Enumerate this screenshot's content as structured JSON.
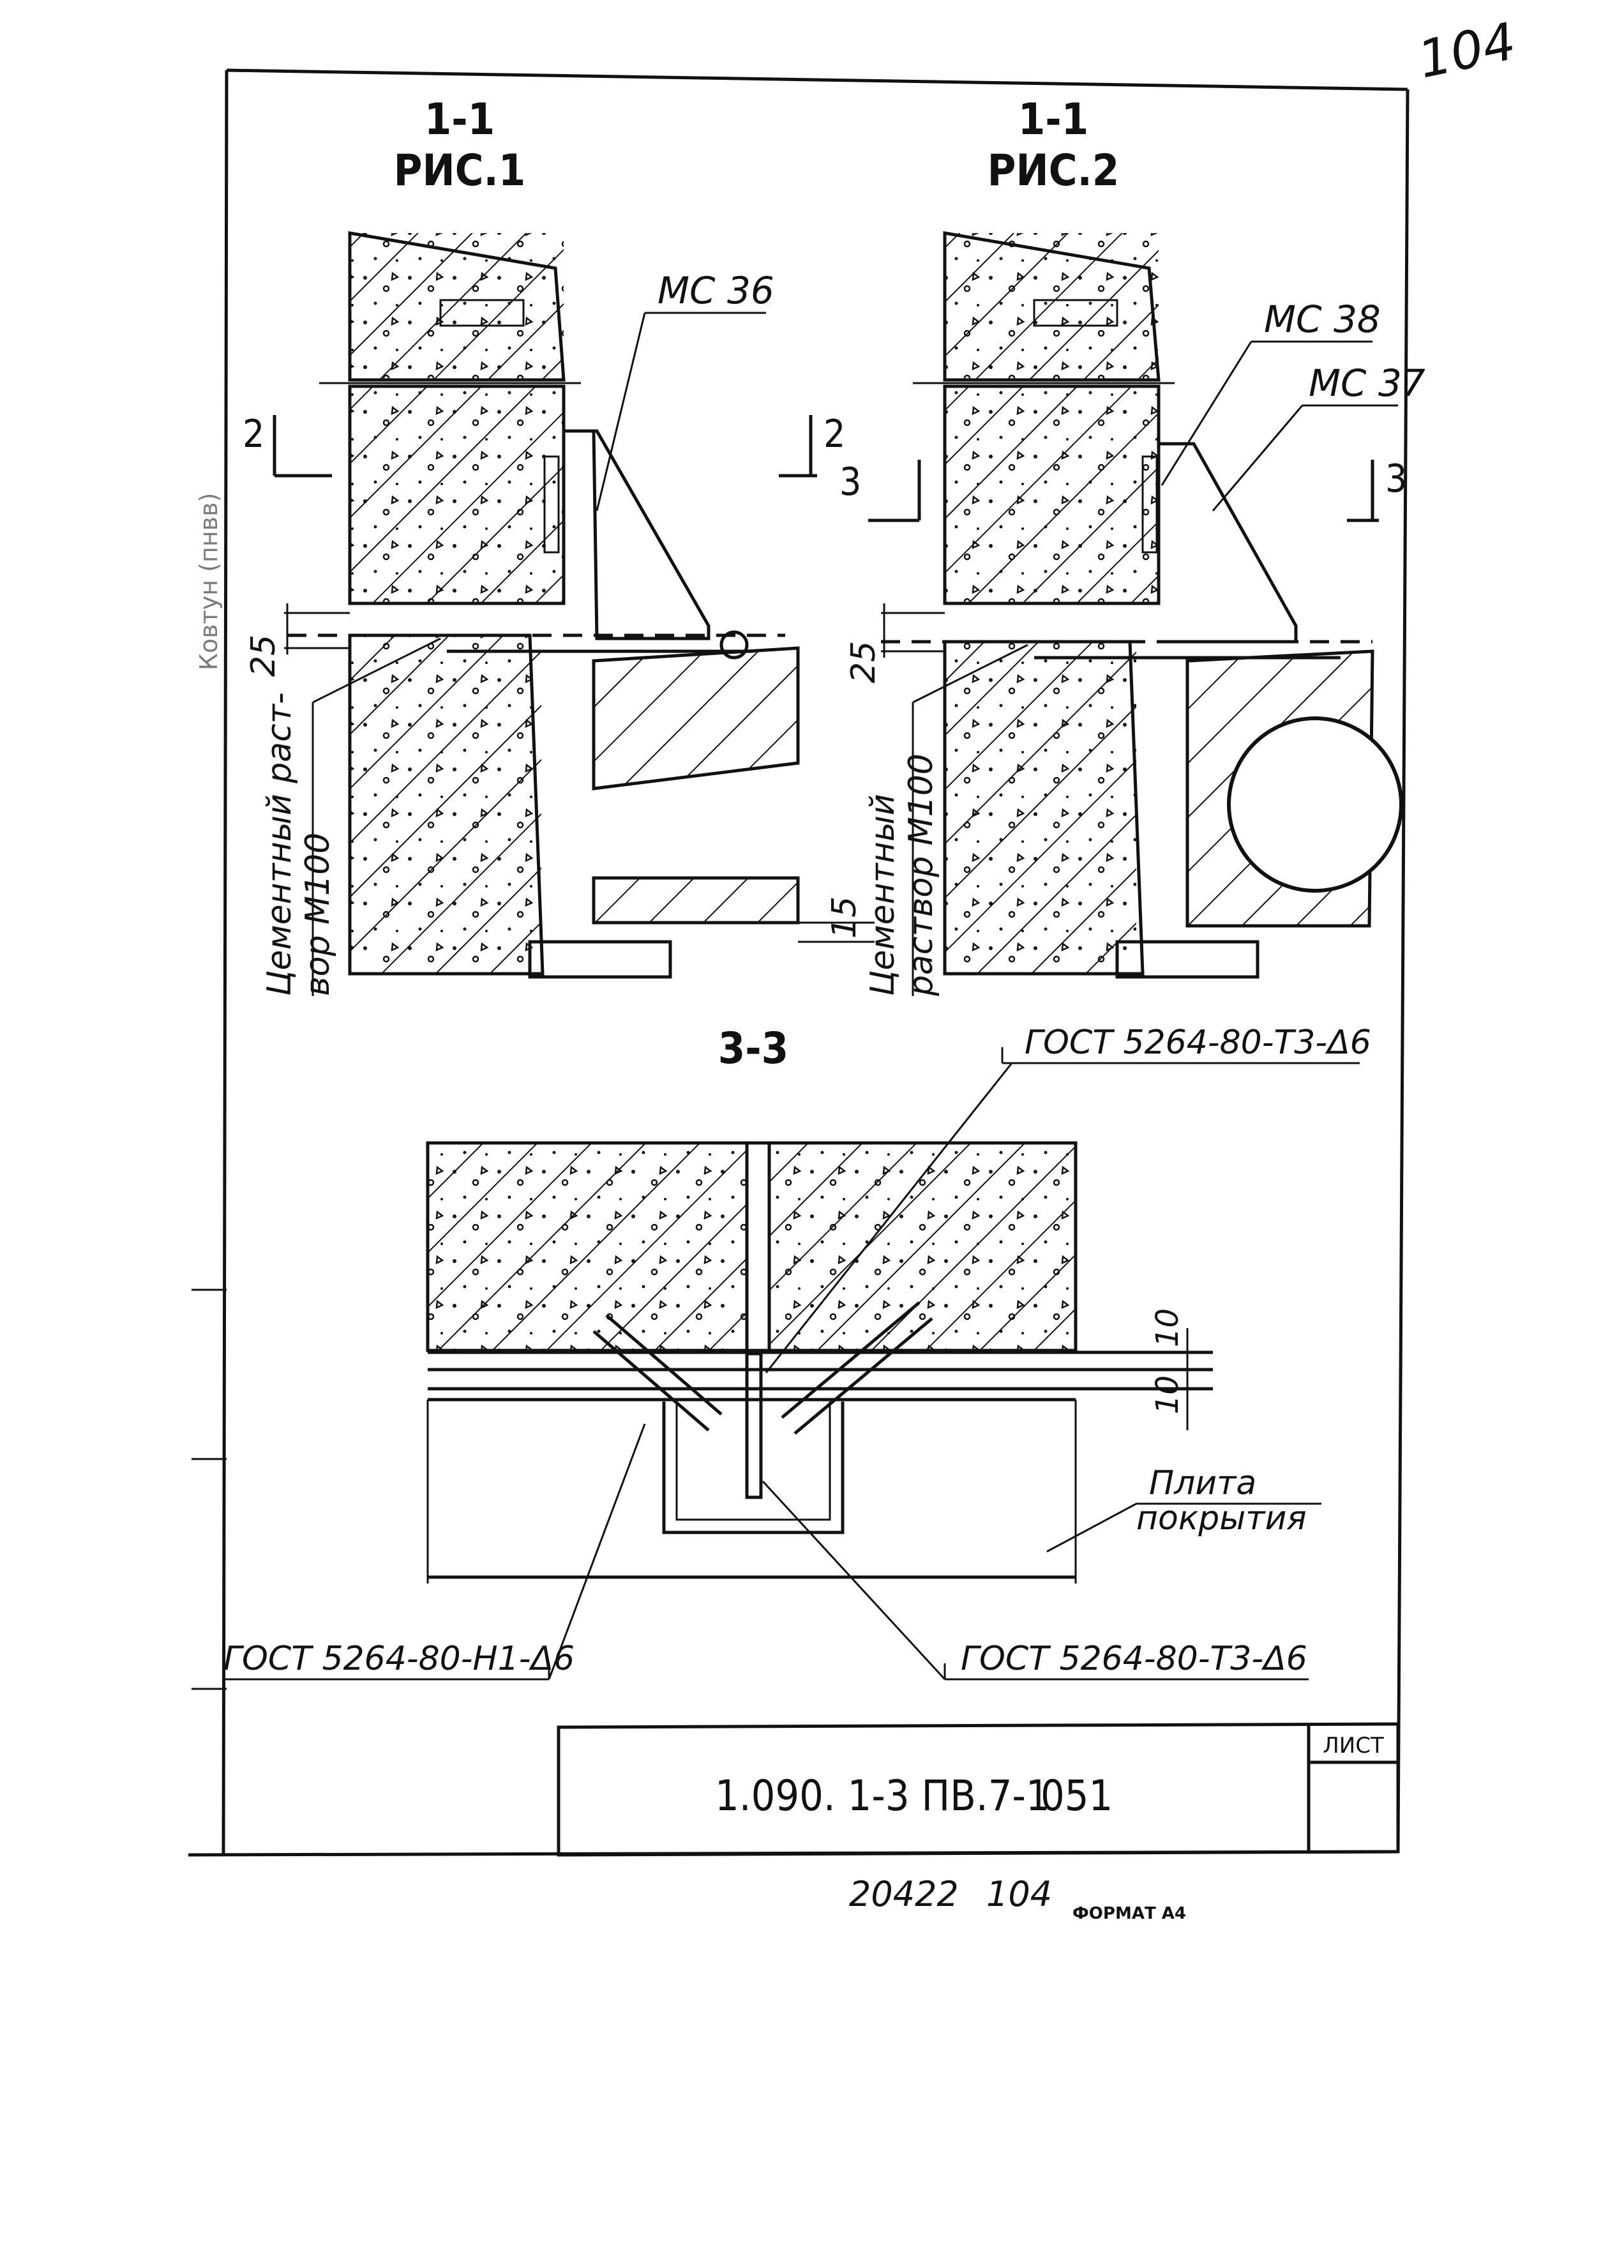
{
  "sheet_mark": "104",
  "views": {
    "fig1": {
      "section": "1-1",
      "title": "РИС.1",
      "part_label": "МС 36",
      "cut_mark_left": "2",
      "cut_mark_right": "2",
      "dimension": "25",
      "dimension_bottom": "15",
      "mortar_line1": "Цементный раст-",
      "mortar_line2": "вор М100"
    },
    "fig2": {
      "section": "1-1",
      "title": "РИС.2",
      "part_label_a": "МС 38",
      "part_label_b": "МС 37",
      "cut_mark_left": "3",
      "cut_mark_right": "3",
      "dimension": "25",
      "mortar_line1": "Цементный",
      "mortar_line2": "раствор М100"
    },
    "sec33": {
      "title": "3-3",
      "weld_top": "ГОСТ 5264-80-Т3-Δ6",
      "weld_left": "ГОСТ 5264-80-Н1-Δ6",
      "weld_right": "ГОСТ 5264-80-Т3-Δ6",
      "slab_line1": "Плита",
      "slab_line2": "покрытия",
      "dim_a": "10",
      "dim_b": "10"
    }
  },
  "title_block": {
    "code": "1.090. 1-3 ПВ.7-1",
    "number": "051",
    "sheet_label": "ЛИСТ"
  },
  "footer": {
    "inv": "20422",
    "num": "104",
    "format": "ФОРМАТ А4"
  },
  "side_stamp": "Ковтун (пнвв)"
}
